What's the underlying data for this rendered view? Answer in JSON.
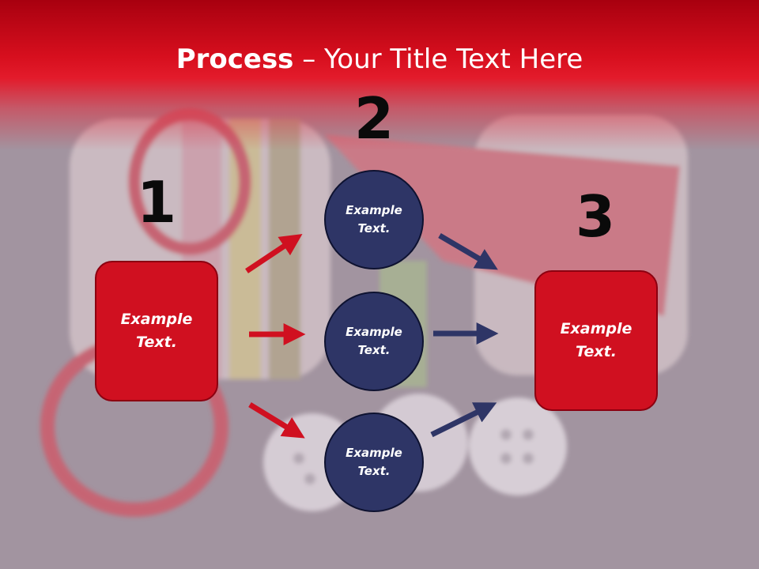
{
  "title": {
    "bold": "Process",
    "rest": " – Your Title Text Here"
  },
  "steps": [
    {
      "number": "1",
      "text": "Example\nText."
    },
    {
      "number": "2"
    },
    {
      "number": "3",
      "text": "Example\nText."
    }
  ],
  "circles": [
    {
      "text": "Example\nText."
    },
    {
      "text": "Example\nText."
    },
    {
      "text": "Example\nText."
    }
  ],
  "colors": {
    "header_red": "#d70f1e",
    "box_red": "#d01020",
    "circle_navy": "#2e3566",
    "arrow_red": "#d01020",
    "arrow_navy": "#2e3566"
  }
}
